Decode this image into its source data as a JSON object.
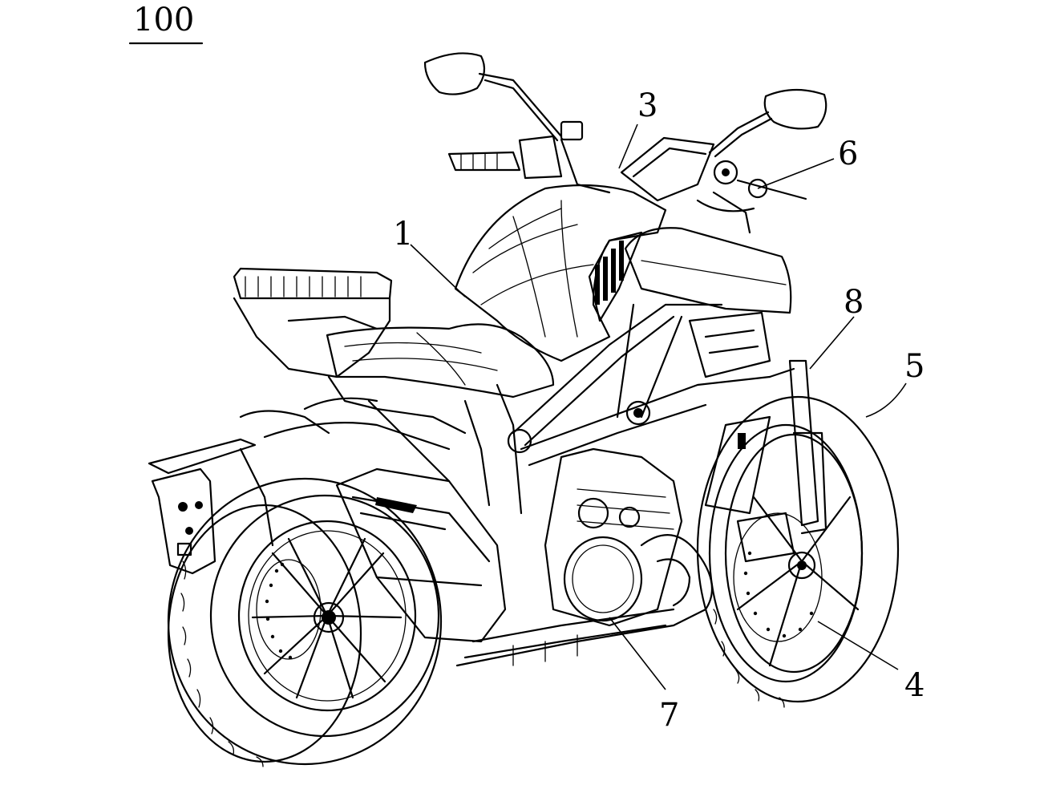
{
  "figure": {
    "number": "100",
    "reference_labels": [
      {
        "id": "1",
        "text": "1"
      },
      {
        "id": "3",
        "text": "3"
      },
      {
        "id": "4",
        "text": "4"
      },
      {
        "id": "5",
        "text": "5"
      },
      {
        "id": "6",
        "text": "6"
      },
      {
        "id": "7",
        "text": "7"
      },
      {
        "id": "8",
        "text": "8"
      }
    ]
  },
  "colors": {
    "line": "#000000",
    "background": "#ffffff"
  }
}
